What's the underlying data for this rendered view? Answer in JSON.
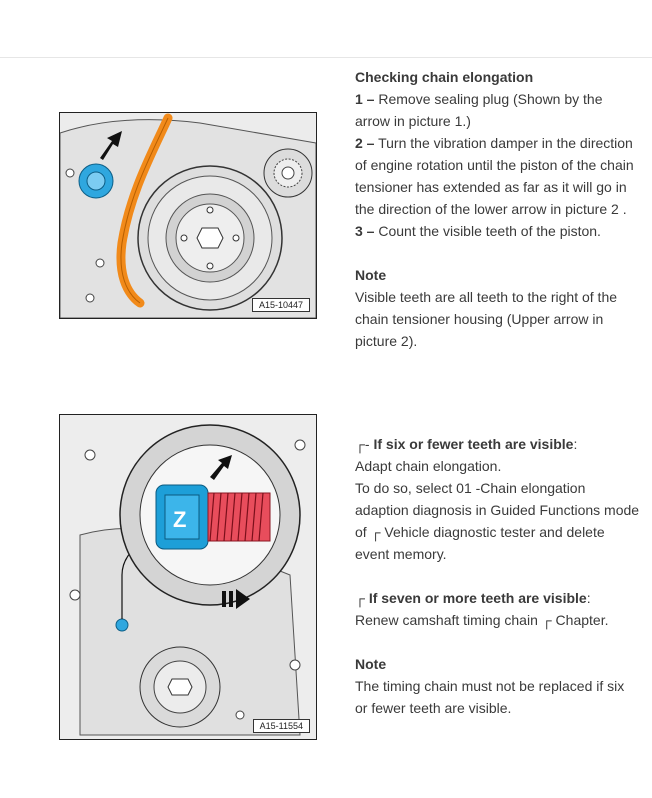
{
  "figure1": {
    "label": "A15-10447"
  },
  "figure2": {
    "label": "A15-11554"
  },
  "section1": {
    "heading": "Checking chain elongation",
    "step1_num": "1 –",
    "step1_text": " Remove sealing plug (Shown by the arrow in picture 1.)",
    "step2_num": "2 –",
    "step2_text": " Turn the vibration damper in the direction of engine rotation until the piston of the chain tensioner has extended as far as it will go in the direction of  the lower arrow in picture 2 .",
    "step3_num": "3 –",
    "step3_text": " Count the visible teeth of the piston.",
    "note_heading": "Note",
    "note_text": "Visible teeth are all teeth to the right of the chain tensioner housing (Upper arrow in picture 2)."
  },
  "section2": {
    "cond1_marker": "┌- ",
    "cond1_heading": "If six or fewer teeth are visible",
    "cond1_colon": ":",
    "cond1_line1": "Adapt chain elongation.",
    "cond1_line2": "To do so, select 01 -Chain elongation adaption diagnosis in Guided Functions mode of ┌ Vehicle diagnostic tester and delete event memory.",
    "cond2_marker": "┌ ",
    "cond2_heading": "If seven or more teeth are visible",
    "cond2_colon": ":",
    "cond2_line1": "Renew camshaft timing chain ┌ Chapter.",
    "note_heading": "Note",
    "note_text": "The timing chain must not be replaced if six or fewer teeth are visible."
  }
}
